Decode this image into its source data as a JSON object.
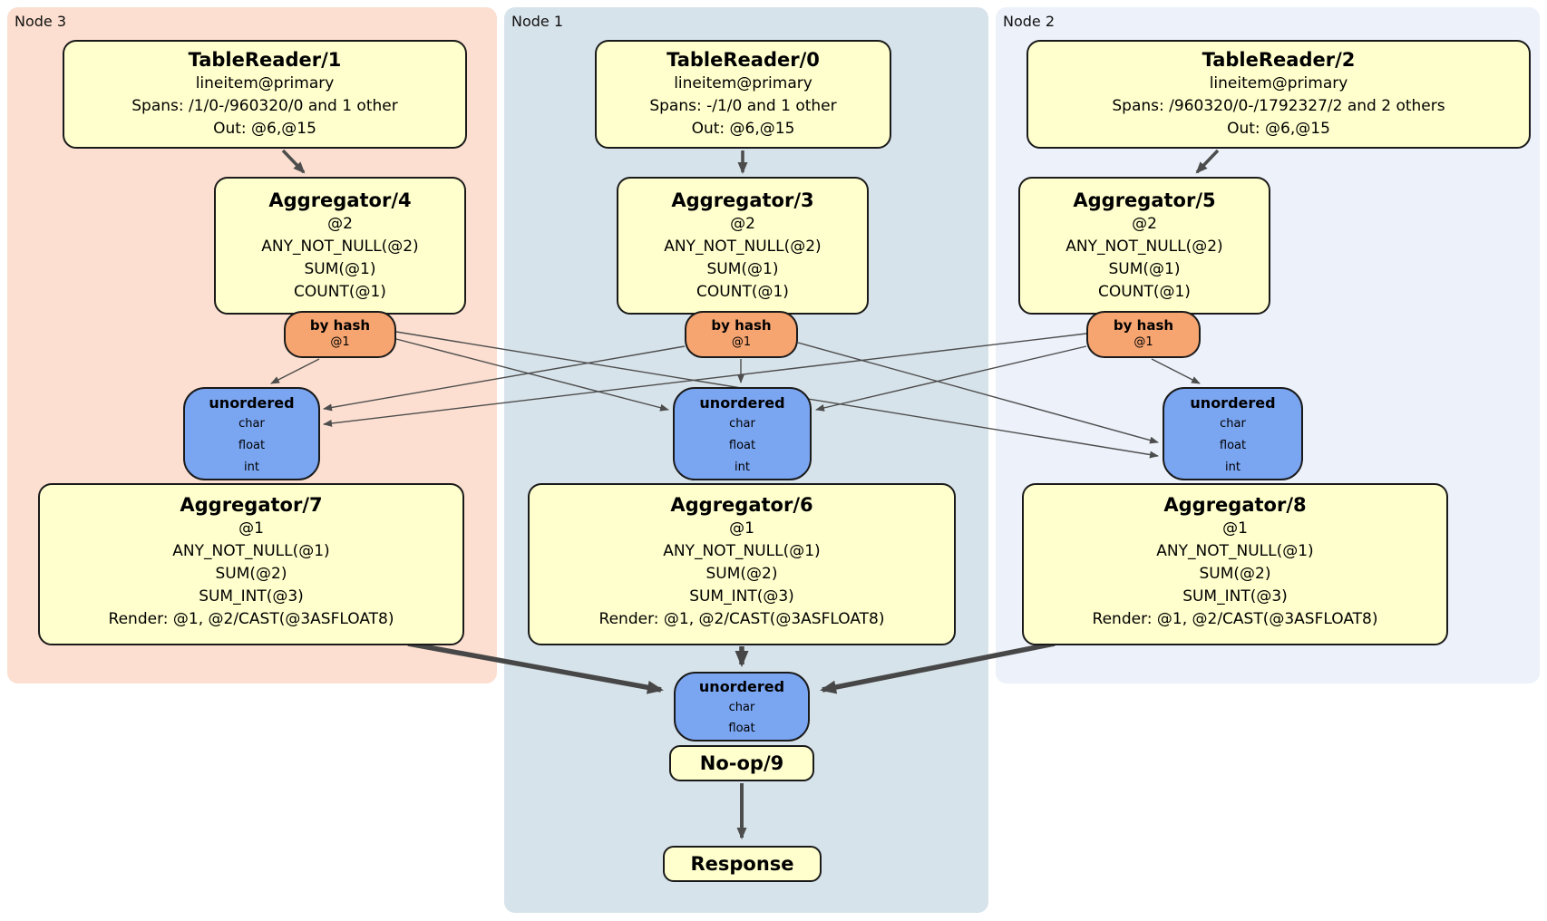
{
  "regions": {
    "node3": {
      "label": "Node 3"
    },
    "node1": {
      "label": "Node 1"
    },
    "node2": {
      "label": "Node 2"
    }
  },
  "node3": {
    "tablereader": {
      "title": "TableReader/1",
      "index": "lineitem@primary",
      "spans": "Spans: /1/0-/960320/0 and 1 other",
      "out": "Out: @6,@15"
    },
    "aggregator_pre": {
      "title": "Aggregator/4",
      "group": "@2",
      "fn1": "ANY_NOT_NULL(@2)",
      "fn2": "SUM(@1)",
      "fn3": "COUNT(@1)"
    },
    "router": {
      "title": "by hash",
      "key": "@1"
    },
    "sync": {
      "title": "unordered",
      "col1": "char",
      "col2": "float",
      "col3": "int"
    },
    "aggregator_final": {
      "title": "Aggregator/7",
      "group": "@1",
      "fn1": "ANY_NOT_NULL(@1)",
      "fn2": "SUM(@2)",
      "fn3": "SUM_INT(@3)",
      "render": "Render: @1, @2/CAST(@3ASFLOAT8)"
    }
  },
  "node1": {
    "tablereader": {
      "title": "TableReader/0",
      "index": "lineitem@primary",
      "spans": "Spans: -/1/0 and 1 other",
      "out": "Out: @6,@15"
    },
    "aggregator_pre": {
      "title": "Aggregator/3",
      "group": "@2",
      "fn1": "ANY_NOT_NULL(@2)",
      "fn2": "SUM(@1)",
      "fn3": "COUNT(@1)"
    },
    "router": {
      "title": "by hash",
      "key": "@1"
    },
    "sync": {
      "title": "unordered",
      "col1": "char",
      "col2": "float",
      "col3": "int"
    },
    "aggregator_final": {
      "title": "Aggregator/6",
      "group": "@1",
      "fn1": "ANY_NOT_NULL(@1)",
      "fn2": "SUM(@2)",
      "fn3": "SUM_INT(@3)",
      "render": "Render: @1, @2/CAST(@3ASFLOAT8)"
    }
  },
  "node2": {
    "tablereader": {
      "title": "TableReader/2",
      "index": "lineitem@primary",
      "spans": "Spans: /960320/0-/1792327/2 and 2 others",
      "out": "Out: @6,@15"
    },
    "aggregator_pre": {
      "title": "Aggregator/5",
      "group": "@2",
      "fn1": "ANY_NOT_NULL(@2)",
      "fn2": "SUM(@1)",
      "fn3": "COUNT(@1)"
    },
    "router": {
      "title": "by hash",
      "key": "@1"
    },
    "sync": {
      "title": "unordered",
      "col1": "char",
      "col2": "float",
      "col3": "int"
    },
    "aggregator_final": {
      "title": "Aggregator/8",
      "group": "@1",
      "fn1": "ANY_NOT_NULL(@1)",
      "fn2": "SUM(@2)",
      "fn3": "SUM_INT(@3)",
      "render": "Render: @1, @2/CAST(@3ASFLOAT8)"
    }
  },
  "merge": {
    "sync": {
      "title": "unordered",
      "col1": "char",
      "col2": "float"
    },
    "noop": {
      "title": "No-op/9"
    },
    "response": {
      "title": "Response"
    }
  },
  "colors": {
    "node3_bg": "#fcdfd0",
    "node1_bg": "#d7e3ea",
    "node2_bg": "#ecf1fa",
    "operator_bg": "#ffffcd",
    "router_bg": "#f6a571",
    "sync_bg": "#7aa5f1",
    "edge": "#4d4d4d",
    "border": "#1a1a1a"
  }
}
